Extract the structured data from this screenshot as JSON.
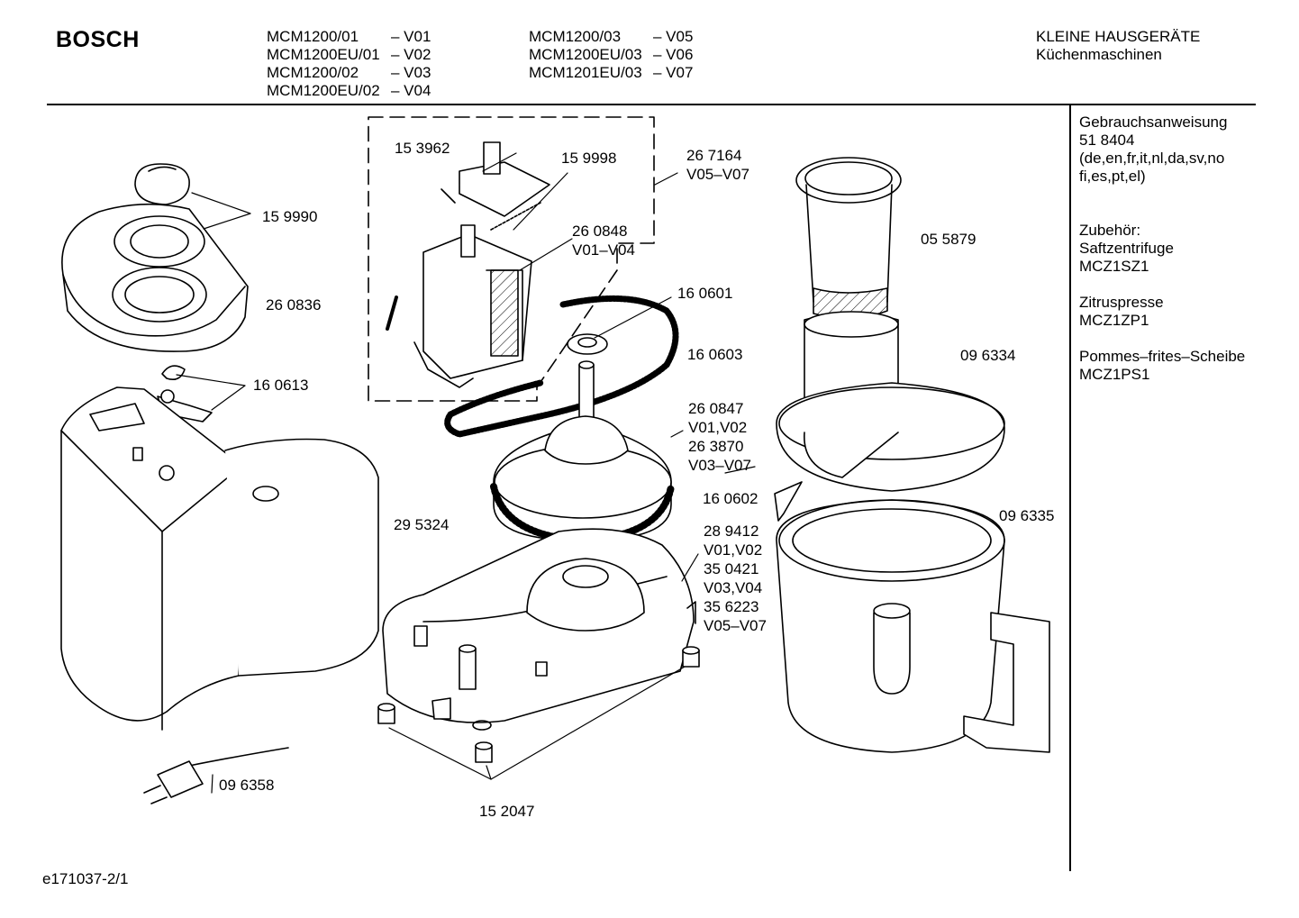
{
  "header": {
    "brand": "BOSCH",
    "models_col1": [
      {
        "model": "MCM1200/01",
        "variant": "– V01"
      },
      {
        "model": "MCM1200EU/01",
        "variant": "– V02"
      },
      {
        "model": "MCM1200/02",
        "variant": "– V03"
      },
      {
        "model": "MCM1200EU/02",
        "variant": "– V04"
      }
    ],
    "models_col2": [
      {
        "model": "MCM1200/03",
        "variant": "– V05"
      },
      {
        "model": "MCM1200EU/03",
        "variant": "– V06"
      },
      {
        "model": "MCM1201EU/03",
        "variant": "– V07"
      }
    ],
    "category": "KLEINE HAUSGERÄTE",
    "subcategory": "Küchenmaschinen"
  },
  "sidebar": {
    "manual_title": "Gebrauchsanweisung",
    "manual_number": "51 8404",
    "manual_languages_1": "(de,en,fr,it,nl,da,sv,no",
    "manual_languages_2": "fi,es,pt,el)",
    "accessories_title": "Zubehör:",
    "acc1_name": "Saftzentrifuge",
    "acc1_code": "MCZ1SZ1",
    "acc2_name": "Zitruspresse",
    "acc2_code": "MCZ1ZP1",
    "acc3_name": "Pommes–frites–Scheibe",
    "acc3_code": "MCZ1PS1"
  },
  "parts": {
    "p153962": "15 3962",
    "p159998": "15 9998",
    "p267164": "26 7164",
    "p267164_v": "V05–V07",
    "p260848": "26 0848",
    "p260848_v": "V01–V04",
    "p159990": "15 9990",
    "p260836": "26 0836",
    "p160601": "16 0601",
    "p160603": "16 0603",
    "p160613": "16 0613",
    "p260847": "26 0847",
    "p260847_v": "V01,V02",
    "p263870": "26 3870",
    "p263870_v": "V03–V07",
    "p055879": "05 5879",
    "p096334": "09 6334",
    "p160602": "16 0602",
    "p096335": "09 6335",
    "p295324": "29 5324",
    "p289412": "28 9412",
    "p289412_v": "V01,V02",
    "p350421": "35 0421",
    "p350421_v": "V03,V04",
    "p356223": "35 6223",
    "p356223_v": "V05–V07",
    "p096358": "09 6358",
    "p152047": "15 2047"
  },
  "footer": {
    "doc_id": "e171037-2/1"
  }
}
